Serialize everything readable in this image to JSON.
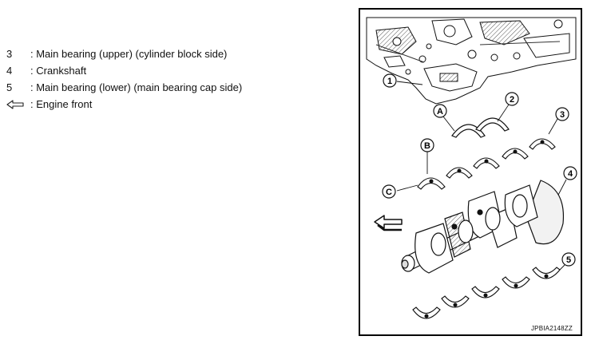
{
  "legend": {
    "items": [
      {
        "number": "3",
        "text": ": Main bearing (upper) (cylinder block side)"
      },
      {
        "number": "4",
        "text": ": Crankshaft"
      },
      {
        "number": "5",
        "text": ": Main bearing (lower) (main bearing cap side)"
      }
    ],
    "front": {
      "icon": "hollow-left-arrow-icon",
      "text": ": Engine front"
    }
  },
  "figure": {
    "code": "JPBIA2148ZZ",
    "callouts": {
      "c1": "1",
      "c2": "2",
      "c3": "3",
      "c4": "4",
      "c5": "5",
      "cA": "A",
      "cB": "B",
      "cC": "C"
    }
  }
}
